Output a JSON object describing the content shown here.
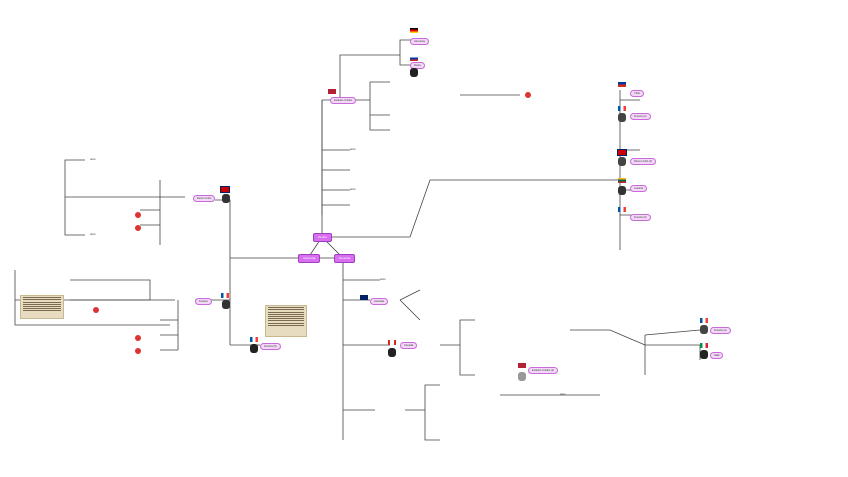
{
  "mindmap": {
    "hubs": [
      {
        "label": "Centro"
      },
      {
        "label": "Izquierda"
      },
      {
        "label": "Derecha"
      }
    ],
    "topics": [
      {
        "label": "Reino Unido"
      },
      {
        "label": "Francia"
      },
      {
        "label": "Alemania"
      },
      {
        "label": "Rusia"
      },
      {
        "label": "Estados Unidos"
      },
      {
        "label": "Chile"
      },
      {
        "label": "Francia (2)"
      },
      {
        "label": "Reino Unido (2)"
      },
      {
        "label": "Lituania"
      },
      {
        "label": "Francia (3)"
      },
      {
        "label": "Australia"
      },
      {
        "label": "Canadá"
      },
      {
        "label": "Estados Unidos (2)"
      },
      {
        "label": "Francia (4)"
      },
      {
        "label": "Italia"
      },
      {
        "label": "Francia (5)"
      }
    ],
    "small_label": "texto",
    "flags": [
      "uk",
      "fr",
      "de",
      "ru",
      "us",
      "cl",
      "fr",
      "uk",
      "lt",
      "fr",
      "au",
      "ca",
      "us",
      "fr",
      "it",
      "fr"
    ]
  }
}
